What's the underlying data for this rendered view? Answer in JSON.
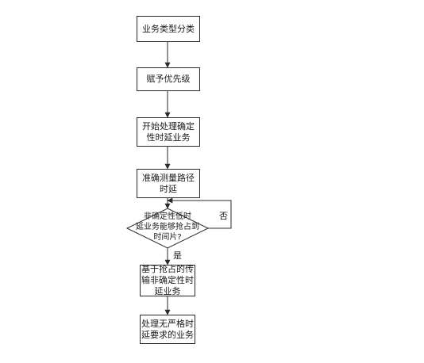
{
  "flowchart": {
    "nodes": [
      {
        "id": "classify",
        "label": "业务类型分类"
      },
      {
        "id": "priority",
        "label": "赋予优先级"
      },
      {
        "id": "start_deterministic",
        "label": "开始处理确定\n性时延业务"
      },
      {
        "id": "measure_delay",
        "label": "准确测量路径\n时延"
      },
      {
        "id": "decision",
        "label": "非确定性低时\n延业务能够抢占到\n时间片?"
      },
      {
        "id": "preempt_transmit",
        "label": "基于抢占的传\n输非确定性时\n延业务"
      },
      {
        "id": "process_nonstrict",
        "label": "处理无严格时\n延要求的业务"
      }
    ],
    "edge_labels": {
      "yes": "是",
      "no": "否"
    }
  },
  "colors": {
    "stroke": "#2a2a2a",
    "text": "#1a1a1a",
    "background": "#ffffff"
  }
}
